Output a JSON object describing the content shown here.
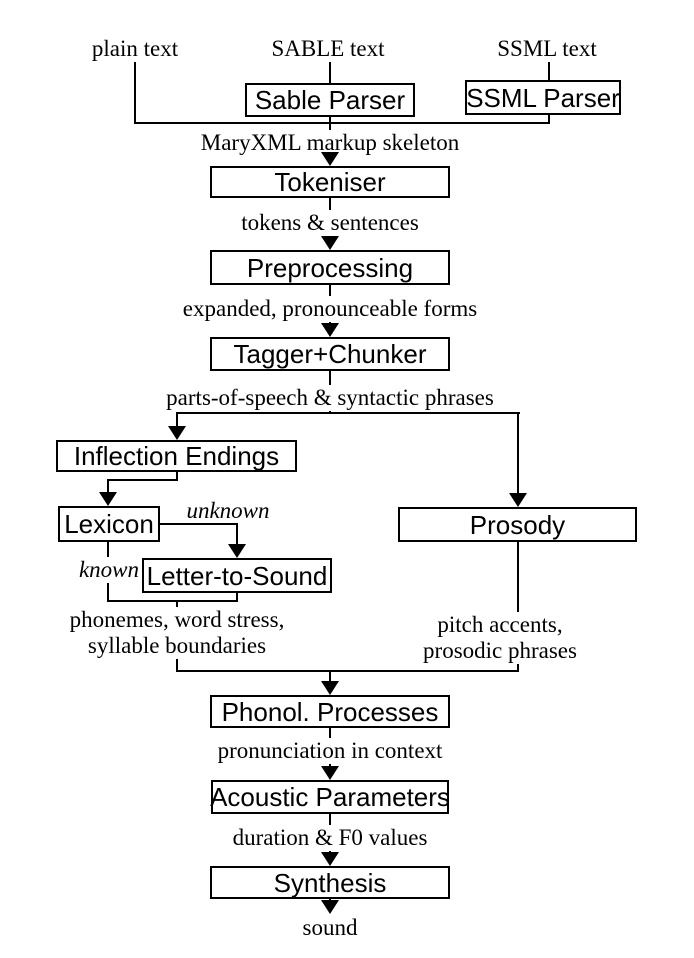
{
  "colors": {
    "background": "#ffffff",
    "line": "#000000",
    "box_border": "#000000",
    "box_background": "#ffffff",
    "text": "#000000"
  },
  "source_labels": {
    "plain_text": "plain text",
    "sable_text": "SABLE text",
    "ssml_text": "SSML text"
  },
  "boxes": {
    "sable_parser": "Sable Parser",
    "ssml_parser": "SSML Parser",
    "tokeniser": "Tokeniser",
    "preprocessing": "Preprocessing",
    "tagger_chunker": "Tagger+Chunker",
    "inflection_endings": "Inflection Endings",
    "lexicon": "Lexicon",
    "letter_to_sound": "Letter-to-Sound",
    "prosody": "Prosody",
    "phonol_processes": "Phonol. Processes",
    "acoustic_parameters": "Acoustic Parameters",
    "synthesis": "Synthesis"
  },
  "flow_labels": {
    "maryxml": "MaryXML markup skeleton",
    "tokens": "tokens & sentences",
    "expanded": "expanded, pronounceable forms",
    "pos": "parts-of-speech & syntactic phrases",
    "phonemes_line1": "phonemes, word stress,",
    "phonemes_line2": "syllable boundaries",
    "pitch_line1": "pitch accents,",
    "pitch_line2": "prosodic phrases",
    "pronunciation": "pronunciation in context",
    "duration": "duration & F0 values",
    "sound": "sound"
  },
  "edge_labels": {
    "unknown": "unknown",
    "known": "known"
  }
}
